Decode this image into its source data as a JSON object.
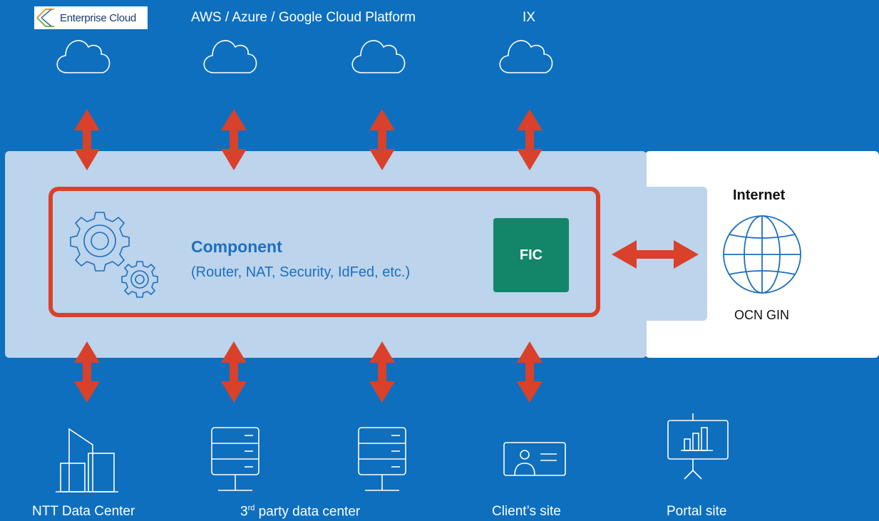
{
  "logo": {
    "text": "Enterprise Cloud",
    "icon": "enterprise-cloud-logo"
  },
  "top_labels": {
    "aws_azure_gcp": "AWS / Azure / Google Cloud Platform",
    "ix": "IX"
  },
  "component": {
    "title": "Component",
    "subtitle": "(Router, NAT, Security, IdFed, etc.)"
  },
  "fic": {
    "label": "FIC"
  },
  "internet": {
    "title": "Internet",
    "network": "OCN GIN"
  },
  "bottom_labels": {
    "ntt_data_center": "NTT Data Center",
    "third_party_main": "3",
    "third_party_sup": "rd",
    "third_party_rest": " party data center",
    "clients_site": "Client’s site",
    "portal_site": "Portal site"
  },
  "colors": {
    "background": "#0e6fbe",
    "fabric": "#bcd4ec",
    "arrow": "#d9412a",
    "fic": "#13866a",
    "component_text": "#1e6fbf"
  }
}
